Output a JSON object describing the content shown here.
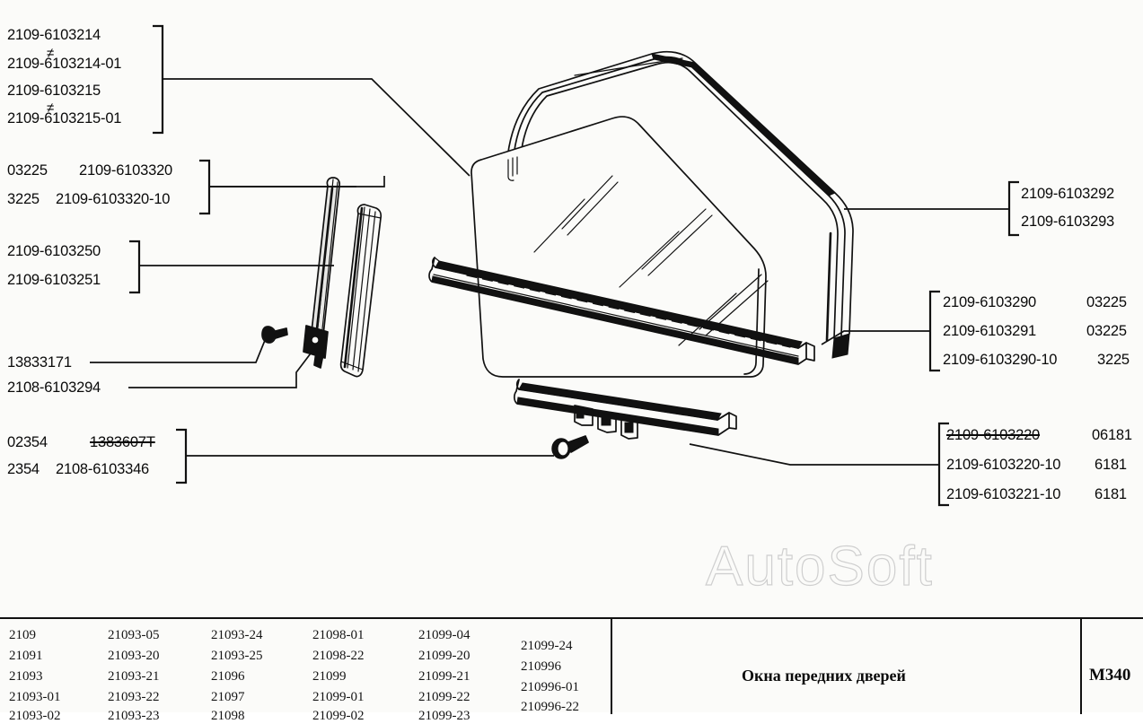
{
  "page": {
    "title": "Окна передних дверей",
    "code": "M340",
    "watermark": "AutoSoft"
  },
  "callouts": {
    "top_left_group": {
      "name": "window-frame-seal-group",
      "lines": [
        "2109-6103214",
        "2109-6103214-01",
        "2109-6103215",
        "2109-6103215-01"
      ],
      "separator": "≠"
    },
    "guide_group": {
      "name": "glass-run-channel-group",
      "rows": [
        {
          "qty": "03225",
          "part": "2109-6103320"
        },
        {
          "qty": "3225",
          "part": "2109-6103320-10"
        }
      ]
    },
    "channel_group": {
      "name": "window-guide-rail-group",
      "lines": [
        "2109-6103250",
        "2109-6103251"
      ]
    },
    "screw": {
      "name": "screw-callout",
      "label": "13833171"
    },
    "bracket": {
      "name": "bracket-callout",
      "label": "2108-6103294"
    },
    "clip_group": {
      "name": "clip-fastener-group",
      "rows": [
        {
          "qty": "02354",
          "part": "1383607Т",
          "strike": true
        },
        {
          "qty": "2354",
          "part": "2108-6103346",
          "strike": false
        }
      ]
    },
    "right_seal_group": {
      "name": "door-frame-seal-group",
      "lines": [
        "2109-6103292",
        "2109-6103293"
      ]
    },
    "right_outer_group": {
      "name": "outer-belt-weatherstrip-group",
      "rows": [
        {
          "part": "2109-6103290",
          "qty": "03225",
          "strike": false
        },
        {
          "part": "2109-6103291",
          "qty": "03225",
          "strike": false
        },
        {
          "part": "2109-6103290-10",
          "qty": "3225",
          "strike": false
        }
      ]
    },
    "right_glass_group": {
      "name": "door-glass-group",
      "rows": [
        {
          "part": "2109-6103220",
          "qty": "06181",
          "strike": true
        },
        {
          "part": "2109-6103220-10",
          "qty": "6181",
          "strike": false
        },
        {
          "part": "2109-6103221-10",
          "qty": "6181",
          "strike": false
        }
      ]
    }
  },
  "applicability_table": {
    "columns": [
      [
        "2109",
        "21091",
        "21093",
        "21093-01",
        "21093-02"
      ],
      [
        "21093-05",
        "21093-20",
        "21093-21",
        "21093-22",
        "21093-23"
      ],
      [
        "21093-24",
        "21093-25",
        "21096",
        "21097",
        "21098"
      ],
      [
        "21098-01",
        "21098-22",
        "21099",
        "21099-01",
        "21099-02"
      ],
      [
        "21099-04",
        "21099-20",
        "21099-21",
        "21099-22",
        "21099-23"
      ],
      [
        "21099-24",
        "210996",
        "210996-01",
        "210996-22"
      ]
    ]
  }
}
